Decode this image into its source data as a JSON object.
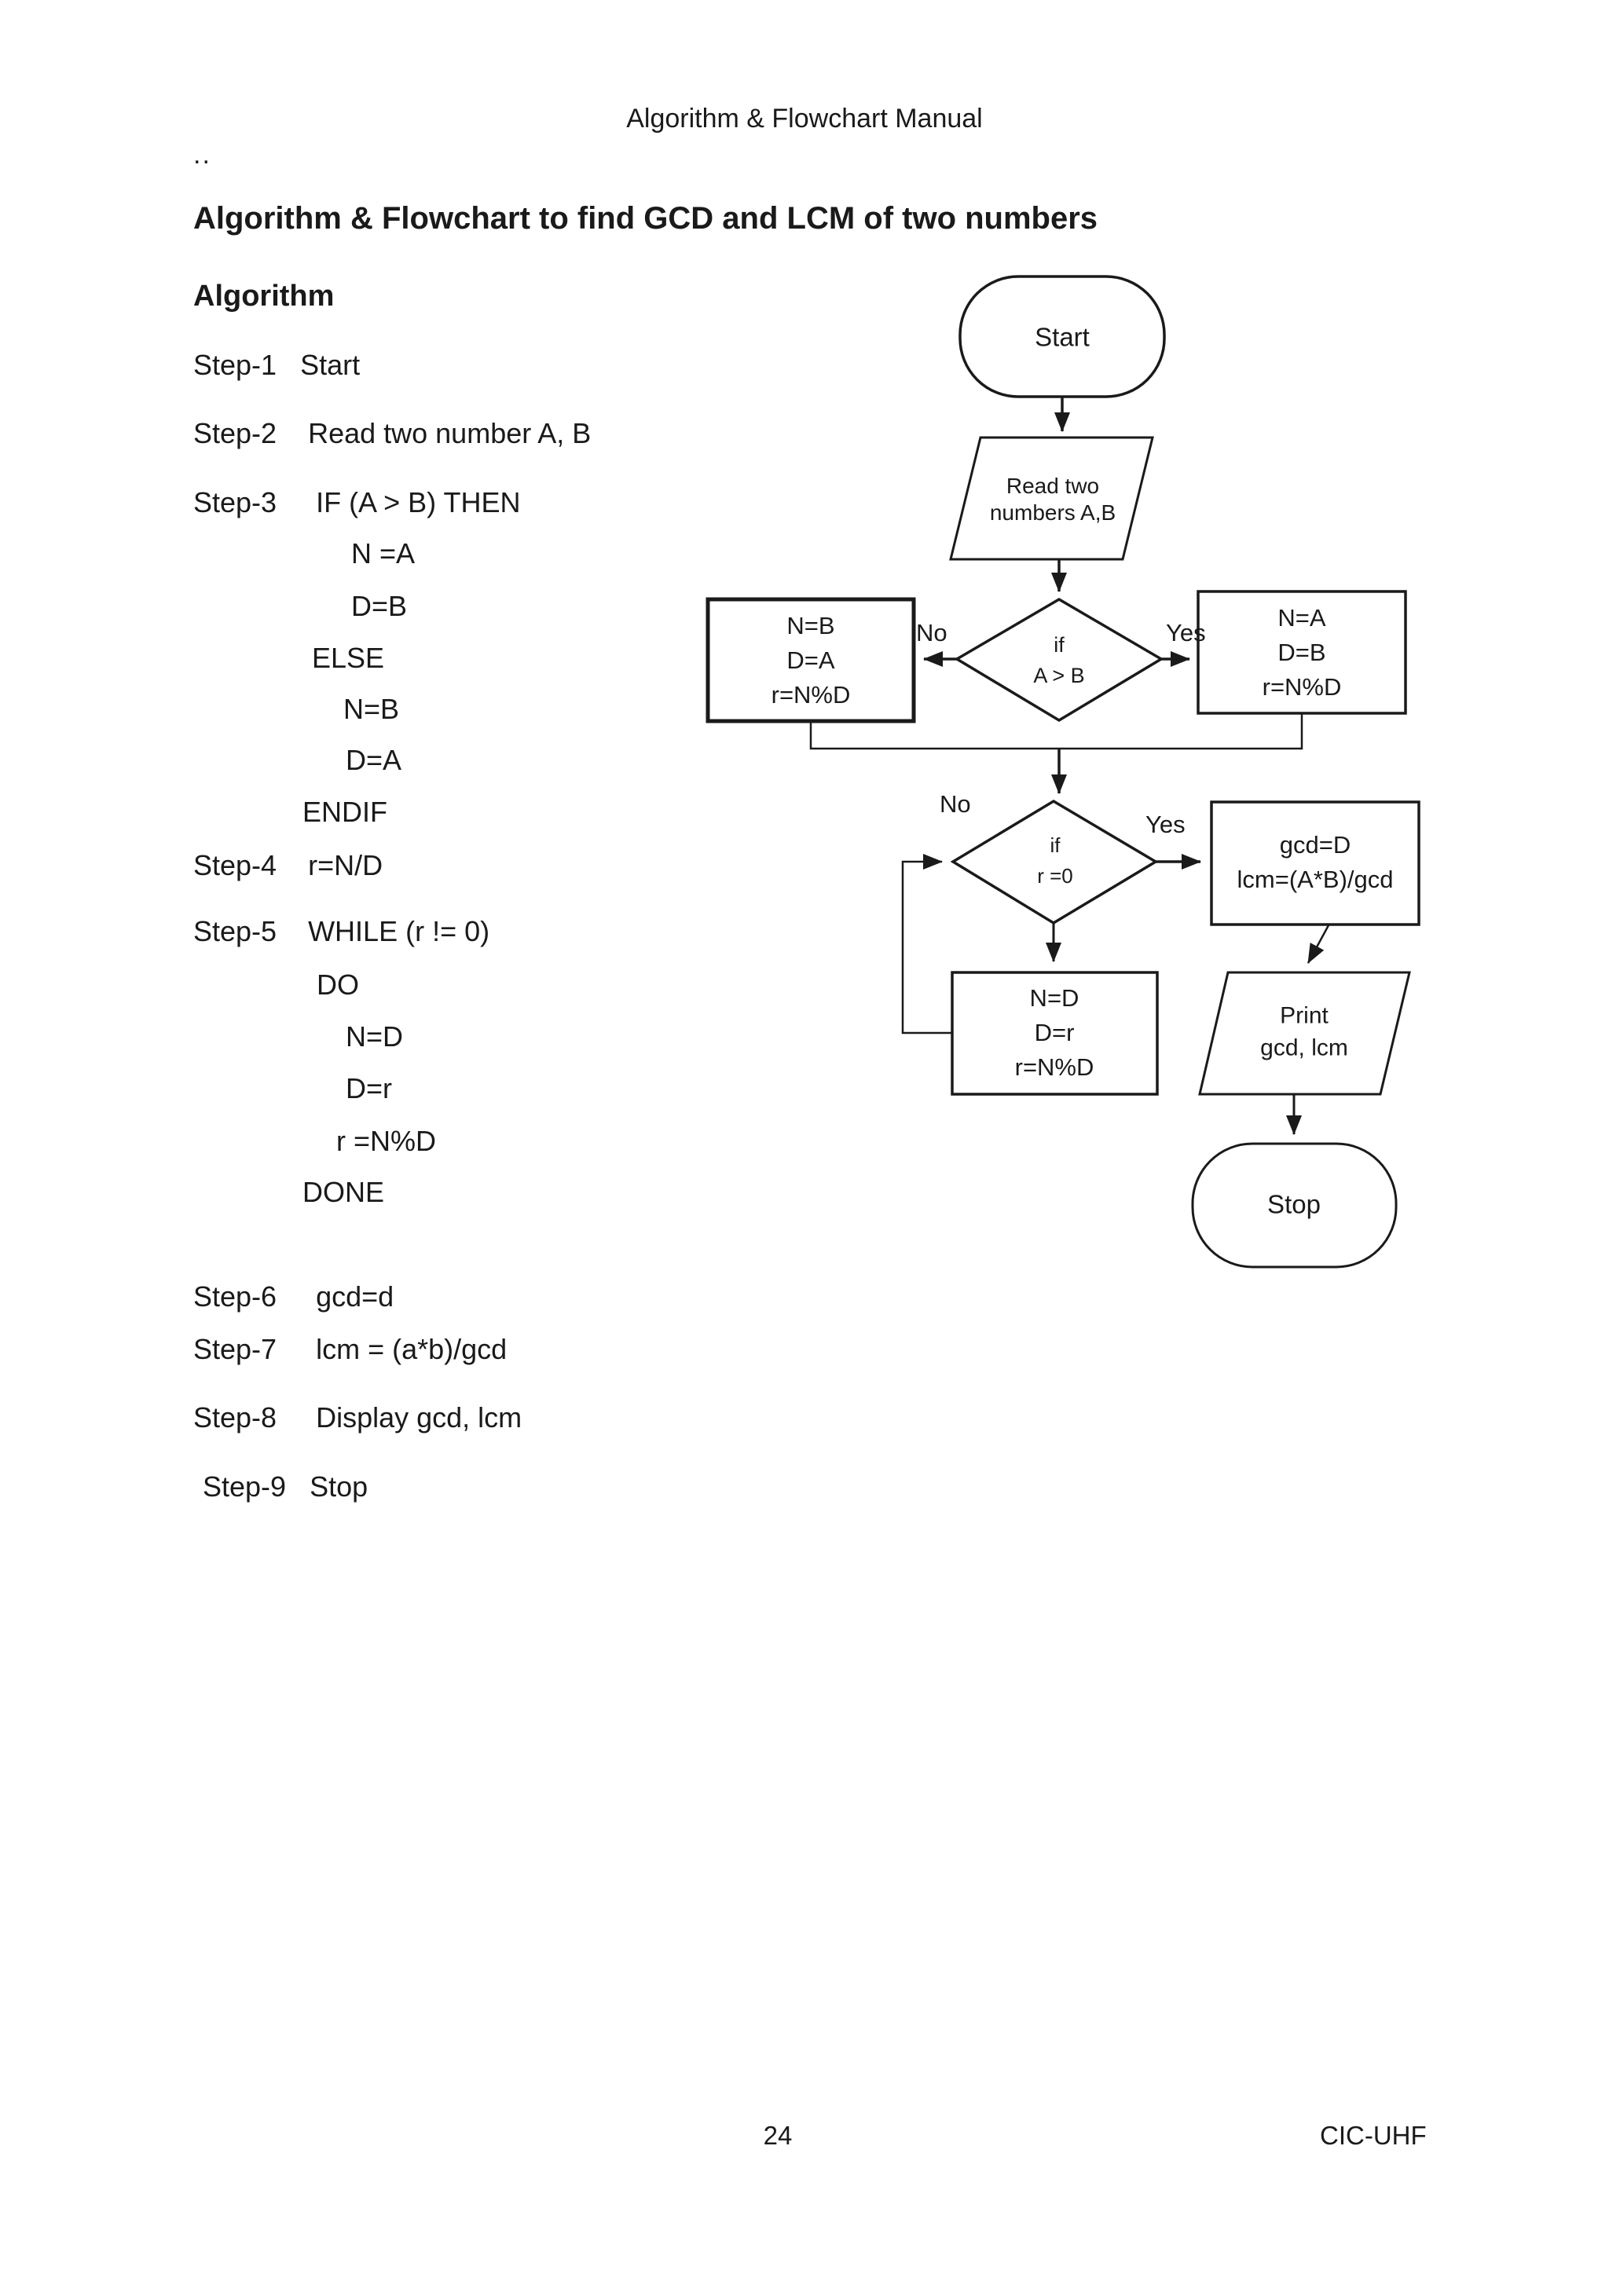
{
  "page": {
    "header": "Algorithm & Flowchart Manual",
    "dots": "..",
    "title": "Algorithm & Flowchart to find GCD and LCM of two numbers",
    "section_heading": "Algorithm",
    "footer": {
      "page_number": "24",
      "org": "CIC-UHF"
    }
  },
  "algorithm": {
    "lines": [
      {
        "text": "Step-1   Start"
      },
      {
        "text": "Step-2    Read two number A, B"
      },
      {
        "text": "Step-3     IF (A > B) THEN"
      },
      {
        "text": "N =A"
      },
      {
        "text": "D=B"
      },
      {
        "text": "ELSE"
      },
      {
        "text": "N=B"
      },
      {
        "text": "D=A"
      },
      {
        "text": "ENDIF"
      },
      {
        "text": "Step-4    r=N/D"
      },
      {
        "text": "Step-5    WHILE (r != 0)"
      },
      {
        "text": "DO"
      },
      {
        "text": "N=D"
      },
      {
        "text": "D=r"
      },
      {
        "text": "r =N%D"
      },
      {
        "text": "DONE"
      },
      {
        "text": "Step-6     gcd=d"
      },
      {
        "text": "Step-7     lcm = (a*b)/gcd"
      },
      {
        "text": "Step-8     Display gcd, lcm"
      },
      {
        "text": "Step-9   Stop"
      }
    ]
  },
  "flowchart": {
    "start": "Start",
    "read": "Read two\nnumbers A,B",
    "decision1": "if\nA > B",
    "label_no1": "No",
    "label_yes1": "Yes",
    "box_no_branch": "N=B\nD=A\nr=N%D",
    "box_yes_branch": "N=A\nD=B\nr=N%D",
    "decision2": "if\nr =0",
    "label_no2": "No",
    "label_yes2": "Yes",
    "box_gcd": "gcd=D\nlcm=(A*B)/gcd",
    "box_loop": "N=D\nD=r\nr=N%D",
    "print": "Print\ngcd, lcm",
    "stop": "Stop"
  },
  "colors": {
    "ink": "#1a1a1a",
    "background": "#ffffff"
  }
}
